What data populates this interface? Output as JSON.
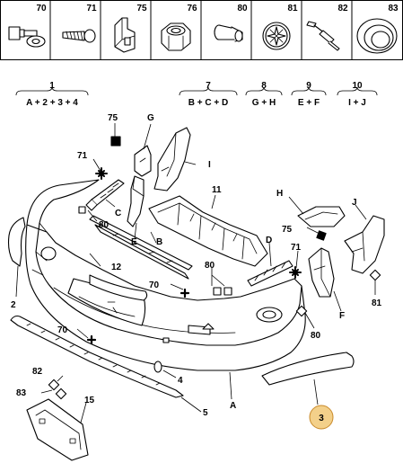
{
  "header_parts": [
    {
      "num": "70",
      "icon": "bolt-collar-icon"
    },
    {
      "num": "71",
      "icon": "screw-icon"
    },
    {
      "num": "75",
      "icon": "clip-bracket-icon"
    },
    {
      "num": "76",
      "icon": "hex-nut-icon"
    },
    {
      "num": "80",
      "icon": "push-clip-icon"
    },
    {
      "num": "81",
      "icon": "star-washer-icon"
    },
    {
      "num": "82",
      "icon": "rivet-icon"
    },
    {
      "num": "83",
      "icon": "grommet-icon"
    }
  ],
  "groups": [
    {
      "num": "1",
      "formula": "A + 2 + 3 + 4"
    },
    {
      "num": "7",
      "formula": "B + C + D"
    },
    {
      "num": "8",
      "formula": "G + H"
    },
    {
      "num": "9",
      "formula": "E + F"
    },
    {
      "num": "10",
      "formula": "I + J"
    }
  ],
  "labels": {
    "l75a": "75",
    "lG": "G",
    "l71a": "71",
    "lI": "I",
    "l11": "11",
    "lH": "H",
    "lJ": "J",
    "lC": "C",
    "l80a": "80",
    "l75b": "75",
    "lE": "E",
    "lB": "B",
    "lD": "D",
    "l12": "12",
    "l80b": "80",
    "l71b": "71",
    "l2": "2",
    "l70a": "70",
    "lF": "F",
    "l81": "81",
    "l70b": "70",
    "l80c": "80",
    "l4": "4",
    "lA": "A",
    "l82": "82",
    "l83": "83",
    "l15": "15",
    "l5": "5",
    "l3": "3"
  },
  "highlight_color": "#f3d08a"
}
